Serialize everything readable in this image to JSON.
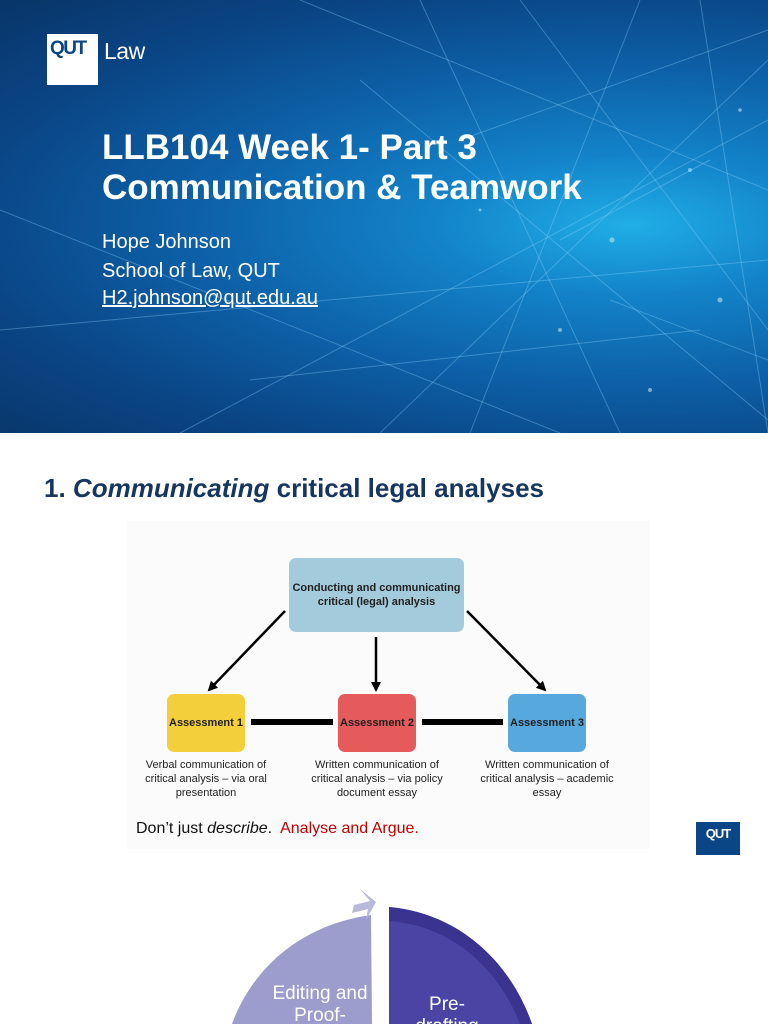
{
  "slide1": {
    "logo": {
      "mark": "QUT",
      "word": "Law"
    },
    "title_line1": "LLB104 Week 1- Part 3",
    "title_line2": "Communication & Teamwork",
    "presenter_name": "Hope Johnson",
    "presenter_school": "School of Law, QUT",
    "presenter_email": "H2.johnson@qut.edu.au",
    "background_colors": [
      "#083568",
      "#0d5fa6",
      "#20aee6"
    ]
  },
  "slide2": {
    "title_number": "1.",
    "title_emphasis": "Communicating",
    "title_rest": "critical legal analyses",
    "diagram": {
      "top_box": "Conducting and communicating critical (legal) analysis",
      "assessments": [
        {
          "label": "Assessment 1",
          "color": "#f3d03b",
          "description": "Verbal communication of critical analysis – via oral presentation"
        },
        {
          "label": "Assessment 2",
          "color": "#e55a5a",
          "description": "Written communication of critical analysis – via policy document essay"
        },
        {
          "label": "Assessment 3",
          "color": "#56a8dd",
          "description": "Written communication of critical analysis – academic  essay"
        }
      ]
    },
    "caption_plain": "Don’t just",
    "caption_italic": "describe",
    "caption_period": ".",
    "caption_red": "Analyse and Argue.",
    "logo_mark": "QUT"
  },
  "slide3": {
    "segments": [
      {
        "label": "Editing and Proof-",
        "color": "#9c9ccd"
      },
      {
        "label": "Pre- drafting",
        "color": "#4a44a4"
      }
    ]
  }
}
